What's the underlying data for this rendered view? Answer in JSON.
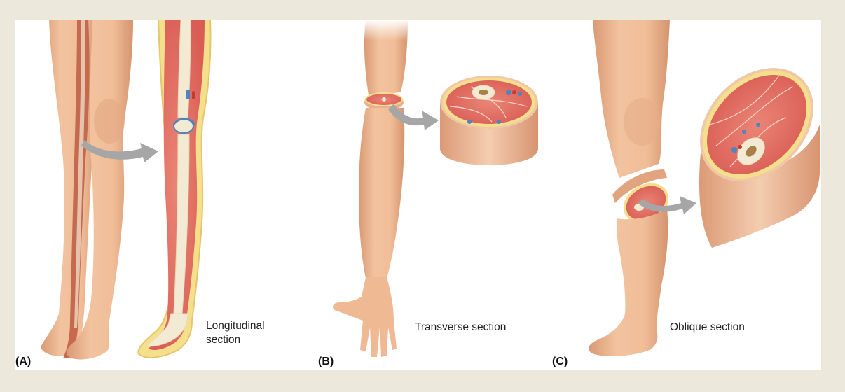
{
  "panels": [
    {
      "letter": "(A)",
      "caption_line1": "Longitudinal",
      "caption_line2": "section"
    },
    {
      "letter": "(B)",
      "caption_line1": "Transverse section"
    },
    {
      "letter": "(C)",
      "caption_line1": "Oblique section"
    }
  ],
  "colors": {
    "page_background": "#ece8dc",
    "skin": "#eebc97",
    "muscle": "#e47468",
    "fat": "#f4e08c",
    "bone": "#f3ead4",
    "vessel_blue": "#4a86c0",
    "arrow": "#a6a6a6"
  }
}
